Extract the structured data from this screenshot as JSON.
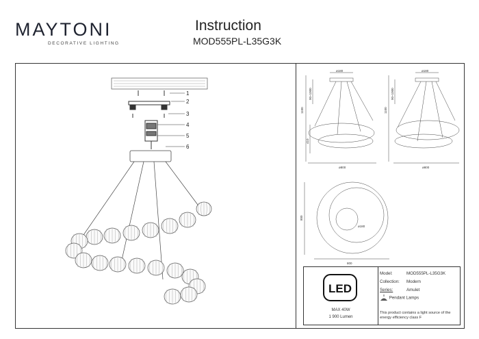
{
  "brand": {
    "name": "MAYTONI",
    "tagline": "DECORATIVE LIGHTING"
  },
  "header": {
    "title": "Instruction",
    "model": "MOD555PL-L35G3K"
  },
  "parts": {
    "labels": [
      "1",
      "2",
      "3",
      "4",
      "5",
      "6"
    ]
  },
  "dimensions": {
    "top_width": "ø180",
    "cable_length": "90~1000",
    "total_height": "1100",
    "lower_height": "410",
    "width": "ø800",
    "plan_size_h": "800",
    "plan_size_w": "800",
    "plan_center": "ø180"
  },
  "info": {
    "led_label": "LED",
    "power": "MAX 40W",
    "lumen": "1 900 Lumen",
    "model_key": "Model:",
    "model_val": "MOD555PL-L35G3K",
    "collection_key": "Collection:",
    "collection_val": "Modern",
    "series_key": "Series:",
    "series_val": "Amulet",
    "type_val": "Pendant Lamps",
    "energy_note": "This product contains a light source of the energy efficiency class F"
  },
  "colors": {
    "line": "#333333",
    "brand": "#1f2330"
  }
}
